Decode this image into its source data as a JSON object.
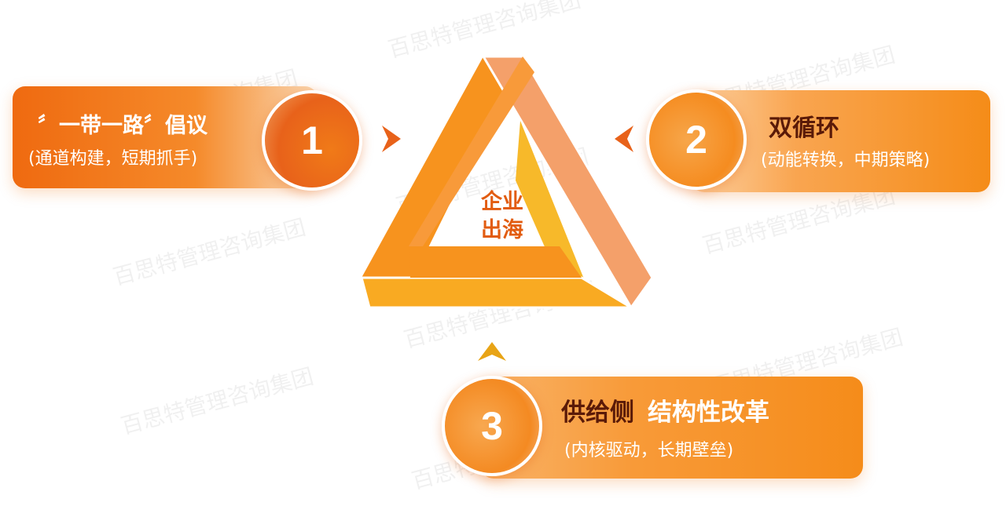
{
  "center": {
    "line1": "企业",
    "line2": "出海"
  },
  "items": [
    {
      "number": "1",
      "title": "〞一带一路〞倡议",
      "subtitle": "(通道构建，短期抓手)"
    },
    {
      "number": "2",
      "title": "双循环",
      "subtitle": "(动能转换，中期策略)"
    },
    {
      "number": "3",
      "title_dark": "供给侧",
      "title_light": "结构性改革",
      "subtitle": "(内核驱动，长期壁垒)"
    }
  ],
  "watermark": "百思特管理咨询集团",
  "colors": {
    "primary": "#f58c1a",
    "deep": "#e8621a",
    "title_dark": "#5a1a08",
    "center_text": "#e25c10"
  }
}
